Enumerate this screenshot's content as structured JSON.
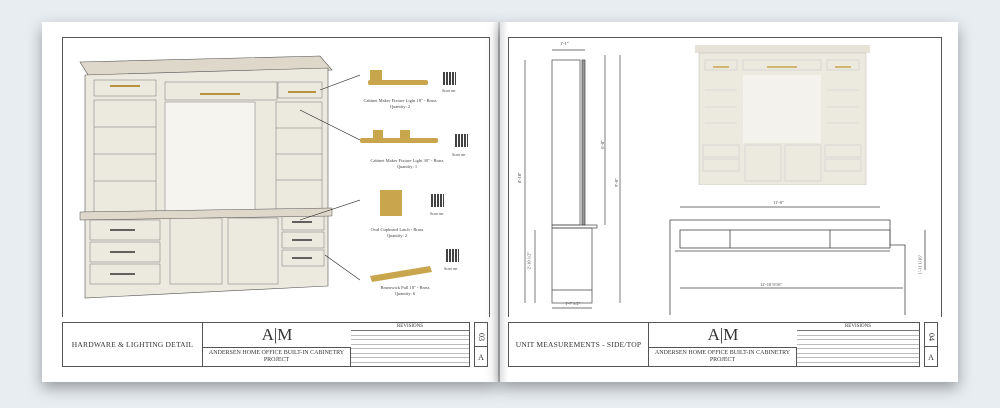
{
  "left_page": {
    "sheet_title": "HARDWARE & LIGHTING DETAIL",
    "logo": "A|M",
    "project": "ANDERSEN HOME OFFICE BUILT-IN CABINETRY PROJECT",
    "revisions_label": "REVISIONS",
    "sheet_number": "03",
    "revision": "A",
    "hardware": [
      {
        "name": "Cabinet Maker Fixture Light 18\" - Brass",
        "qty": "Quantity: 2"
      },
      {
        "name": "Cabinet Maker Fixture Light 30\" - Brass",
        "qty": "Quantity: 1"
      },
      {
        "name": "Oval Cupboard Latch - Brass",
        "qty": "Quantity: 2"
      },
      {
        "name": "Brunswick Pull 10\" - Brass",
        "qty": "Quantity: 6"
      }
    ],
    "scan_label": "Scan me"
  },
  "right_page": {
    "sheet_title": "UNIT MEASUREMENTS - SIDE/TOP",
    "logo": "A|M",
    "project": "ANDERSEN HOME OFFICE BUILT-IN CABINETRY PROJECT",
    "revisions_label": "REVISIONS",
    "sheet_number": "04",
    "revision": "A",
    "dims": {
      "depth_top": "1'-1\"",
      "overall_h": "8'-10\"",
      "upper_h": "6'-0\"",
      "upper_total": "9'-0\"",
      "base_h": "2'-10 1/2\"",
      "base_d": "1'-7 1/2\"",
      "width_top": "11'-8\"",
      "width_room": "12'-10 9/16\"",
      "return": "1'-11 1/16\""
    }
  },
  "colors": {
    "background": "#e8edf1",
    "cabinet": "#ece9df",
    "brass": "#c9a54e"
  }
}
